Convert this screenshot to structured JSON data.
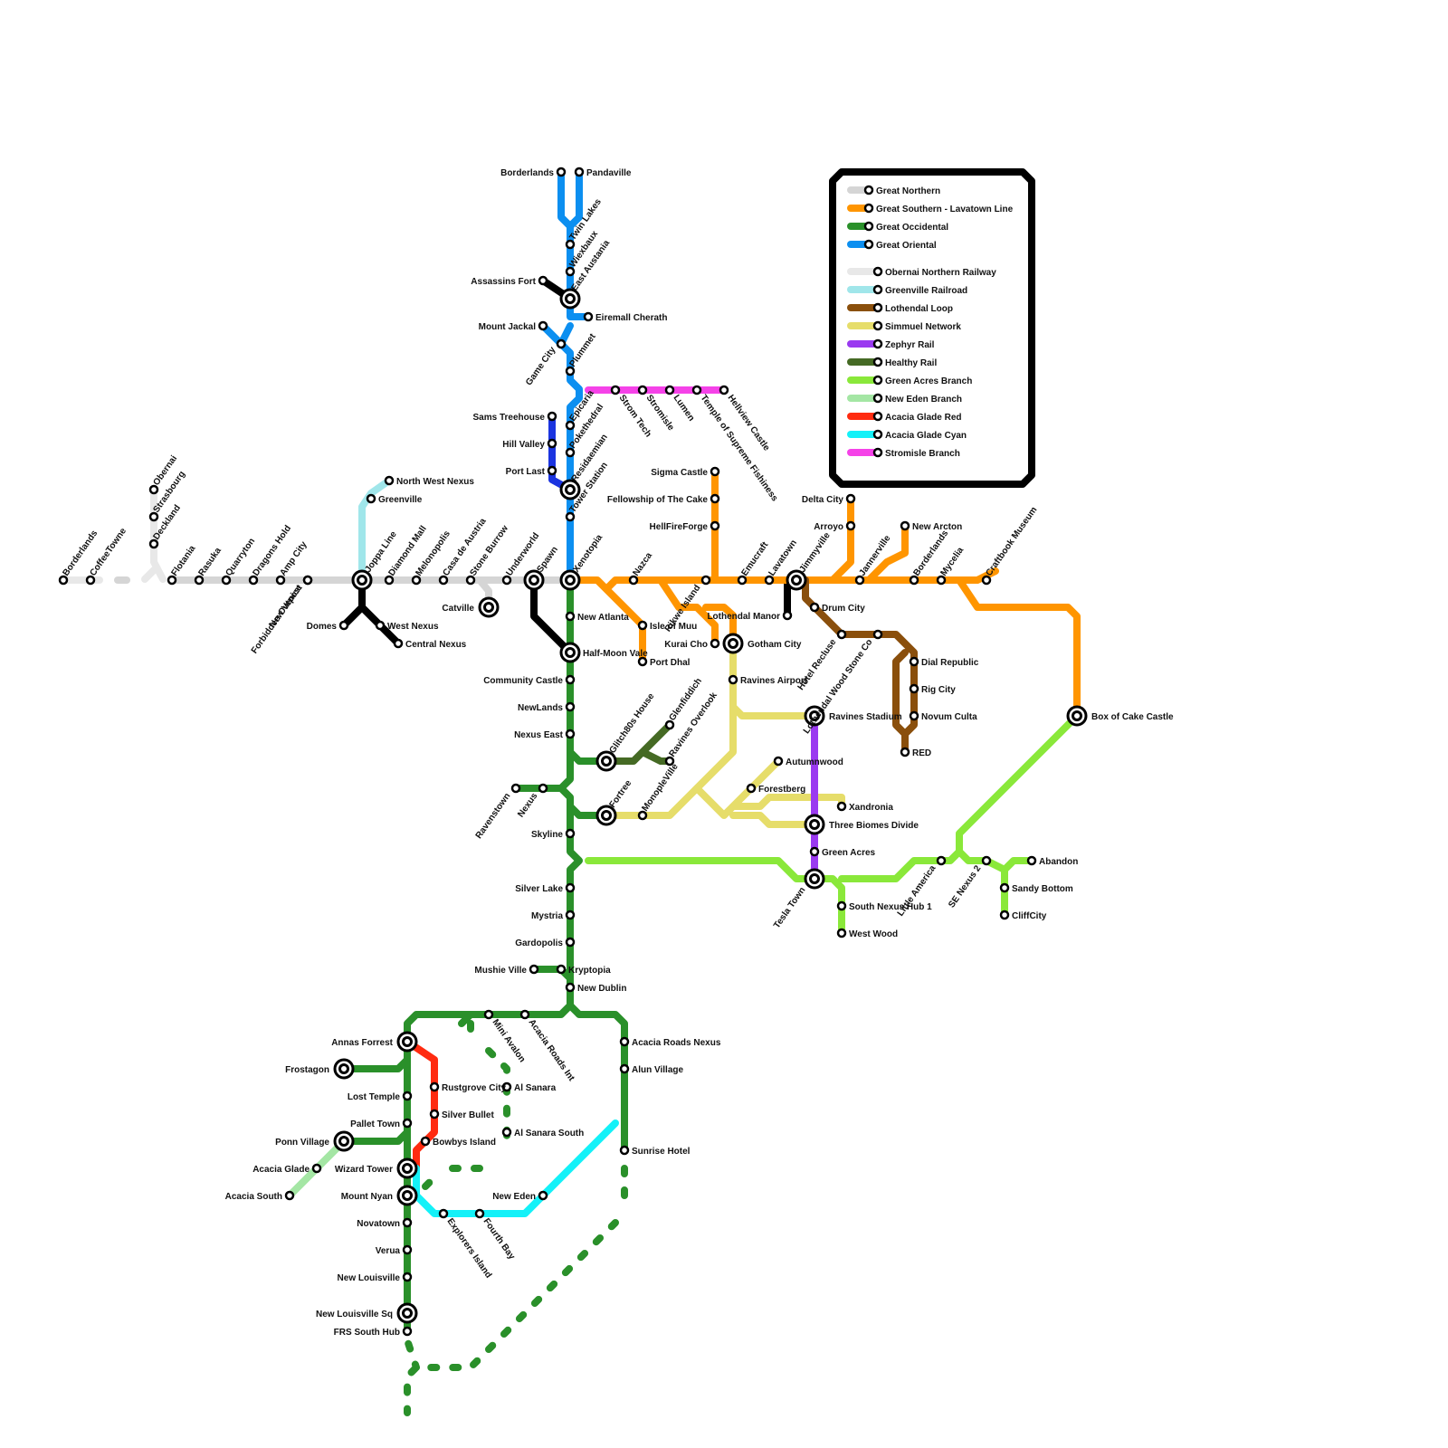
{
  "legend": {
    "items": [
      {
        "name": "Great Northern",
        "color": "#d5d5d5"
      },
      {
        "name": "Great Southern - Lavatown Line",
        "color": "#ff9500"
      },
      {
        "name": "Great Occidental",
        "color": "#2a902a"
      },
      {
        "name": "Great Oriental",
        "color": "#0c8ff0"
      },
      {
        "name": "Obernai Northern Railway",
        "color": "#e8e8e8"
      },
      {
        "name": "Greenville Railroad",
        "color": "#a0e6ea"
      },
      {
        "name": "Lothendal Loop",
        "color": "#8a4f0c"
      },
      {
        "name": "Simmuel Network",
        "color": "#e6dd6a"
      },
      {
        "name": "Zephyr Rail",
        "color": "#9a3af0"
      },
      {
        "name": "Healthy Rail",
        "color": "#456a24"
      },
      {
        "name": "Green Acres Branch",
        "color": "#8ae83a"
      },
      {
        "name": "New Eden Branch",
        "color": "#a4e6a4"
      },
      {
        "name": "Acacia Glade Red",
        "color": "#ff2b10"
      },
      {
        "name": "Acacia Glade Cyan",
        "color": "#14f1f8"
      },
      {
        "name": "Stromisle Branch",
        "color": "#f542e8"
      }
    ]
  },
  "stations": [
    "Borderlands",
    "Pandaville",
    "Twin Lakes",
    "Wiexbaux",
    "East Austania",
    "Assassins Fort",
    "Eiremall Cherath",
    "Mount Jackal",
    "Game City",
    "Plummet",
    "Strom Tech",
    "Stromisle",
    "Lumen",
    "Temple of Supreme Fishiness",
    "Hellview Castle",
    "Sams Treehouse",
    "Epicaria",
    "Hill Valley",
    "Pokethedral",
    "Port Last",
    "Residaemian",
    "Tower Station",
    "Obernai",
    "Strasbourg",
    "Deckland",
    "North West Nexus",
    "Greenville",
    "Sigma Castle",
    "Fellowship of The Cake",
    "HellFireForge",
    "Delta City",
    "Arroyo",
    "New Arcton",
    "Borderlands",
    "CoffeeTowne",
    "Flotania",
    "Rasuka",
    "Quarryton",
    "Dragons Hold",
    "Amp City",
    "Forbidden Outpost",
    "Joppa Line",
    "Diamond Mall",
    "Melonopolis",
    "Casa de Austria",
    "Stone Burrow",
    "Underworld",
    "Spawn",
    "Xenotopia",
    "Nazca",
    "Rikwe Island",
    "Emucraft",
    "Lavatown",
    "Jimmyville",
    "Jannerville",
    "Borderlands",
    "Mycelia",
    "Craftbook Museum",
    "New Venice",
    "Domes",
    "West Nexus",
    "Central Nexus",
    "Catville",
    "New Atlanta",
    "Isle of Muu",
    "Lothendal Manor",
    "Drum City",
    "Half-Moon Vale",
    "Kurai Cho",
    "Gotham City",
    "Port Dhal",
    "Hotel Recluse",
    "Lothendal Wood Stone Co",
    "Dial Republic",
    "Community Castle",
    "Ravines Airport",
    "Rig City",
    "NewLands",
    "Ravines Stadium",
    "Novum Culta",
    "Box of Cake Castle",
    "Nexus East",
    "Glenfiddich",
    "Glitch80s House",
    "Ravines Overlook",
    "RED",
    "Autumnwood",
    "Ravenstown",
    "Nexus",
    "Forestberg",
    "Fortree",
    "MonopleVille",
    "Xandronia",
    "Skyline",
    "Three Biomes Divide",
    "Green Acres",
    "Abandon",
    "Little America",
    "SE Nexus 2",
    "Tesla Town",
    "Silver Lake",
    "Sandy Bottom",
    "South Nexus Hub 1",
    "Mystria",
    "CliffCity",
    "West Wood",
    "Gardopolis",
    "Mushie Ville",
    "Kryptopia",
    "New Dublin",
    "Mini Avalon",
    "Acacia Roads Int",
    "Annas Forrest",
    "Acacia Roads Nexus",
    "Frostagon",
    "Alun Village",
    "Rustgrove City",
    "Al Sanara",
    "Lost Temple",
    "Silver Bullet",
    "Pallet Town",
    "Al Sanara South",
    "Ponn Village",
    "Bowbys Island",
    "Sunrise Hotel",
    "Acacia Glade",
    "Wizard Tower",
    "New Eden",
    "Acacia South",
    "Mount Nyan",
    "Explorers Island",
    "Fourth Bay",
    "Novatown",
    "Verua",
    "New Louisville",
    "New Louisville Sq",
    "FRS South Hub"
  ]
}
